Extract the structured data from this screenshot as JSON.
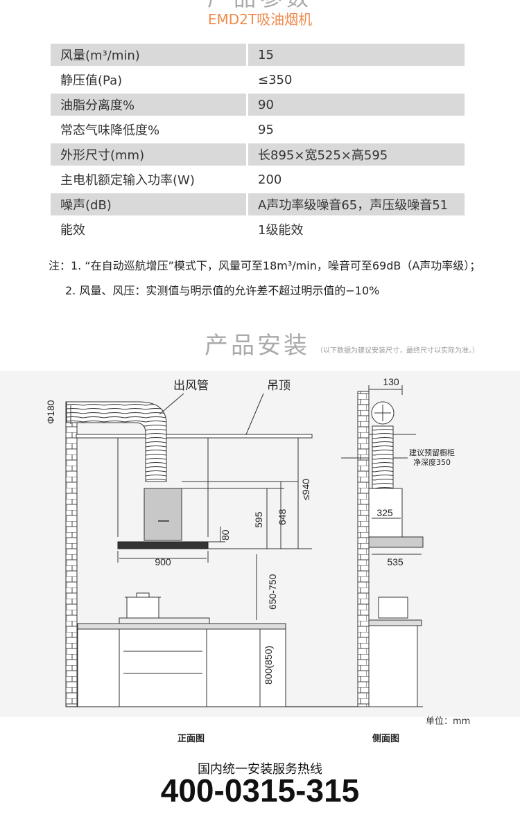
{
  "header": {
    "title": "产品参数",
    "subtitle": "EMD2T吸油烟机"
  },
  "specs": [
    {
      "label": "风量(m³/min)",
      "value": "15"
    },
    {
      "label": "静压值(Pa)",
      "value": "≤350"
    },
    {
      "label": "油脂分离度%",
      "value": "90"
    },
    {
      "label": "常态气味降低度%",
      "value": "95"
    },
    {
      "label": "外形尺寸(mm)",
      "value": "长895×宽525×高595"
    },
    {
      "label": "主电机额定输入功率(W)",
      "value": "200"
    },
    {
      "label": "噪声(dB)",
      "value": "A声功率级噪音65，声压级噪音51"
    },
    {
      "label": "能效",
      "value": "1级能效"
    }
  ],
  "notes": {
    "line1": "注：1. “在自动巡航增压”模式下，风量可至18m³/min，噪音可至69dB（A声功率级）；",
    "line2": "2. 风量、风压：实测值与明示值的允许差不超过明示值的−10%"
  },
  "install": {
    "title": "产品安装",
    "note": "（以下数据为建议安装尺寸，最终尺寸以实际为准。）",
    "front": {
      "label_duct": "出风管",
      "label_ceiling": "吊顶",
      "dims": {
        "phi": "Φ180",
        "w900": "900",
        "h80": "80",
        "h595": "595",
        "h648": "648",
        "h940": "≤940",
        "h650": "650-750",
        "h800": "800(850)"
      },
      "caption": "正面图"
    },
    "side": {
      "dims": {
        "w130": "130",
        "w325": "325",
        "w535": "535"
      },
      "note_line1": "建议预留橱柜",
      "note_line2": "净深度350",
      "caption": "侧面图"
    },
    "unit": "单位：mm"
  },
  "hotline": {
    "label": "国内统一安装服务热线",
    "number": "400-0315-315"
  }
}
